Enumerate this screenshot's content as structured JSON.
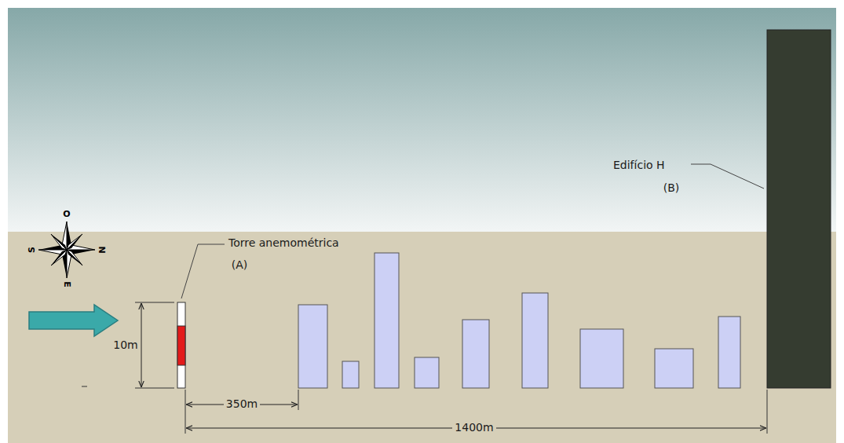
{
  "diagram": {
    "labels": [
      "O",
      "S",
      "N",
      "E",
      "10m",
      "Torre anemométrica",
      "(A)",
      "350m",
      "1400m",
      "Edifício H",
      "(B)"
    ]
  }
}
